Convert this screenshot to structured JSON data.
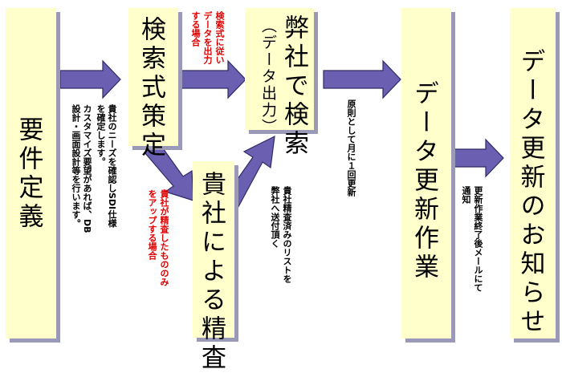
{
  "boxes": {
    "requirements": "要件定義",
    "search_formula": "検索式策定",
    "our_search_title": "弊社で検索",
    "our_search_sub": "（データ出力）",
    "client_review": "貴社による精査",
    "data_update": "データ更新作業",
    "update_notice": "データ更新のお知らせ"
  },
  "notes": {
    "req_note_1": "貴社のニーズを確認しSDI仕様",
    "req_note_2": "を確定します。",
    "req_note_3": "カスタマイズ要望があれば、DB",
    "req_note_4": "設計・画面設計等を行います。",
    "formula_red_1": "検索式に従い",
    "formula_red_2": "データを出力",
    "formula_red_3": "する場合",
    "review_red_1": "貴社が精査したもののみ",
    "review_red_2": "をアップする場合",
    "review_note_1": "貴社精査済みのリストを",
    "review_note_2": "弊社へ送付頂く",
    "monthly_note": "原則として月に１回更新",
    "notice_note_1": "更新作業終了後メールにて",
    "notice_note_2": "通知"
  },
  "colors": {
    "box_fill": "#ffffcc",
    "box_shadow": "#9a9ab8",
    "arrow_fill": "#6a5fb0",
    "arrow_stroke": "#2e2a66",
    "red_note": "#e00000"
  }
}
